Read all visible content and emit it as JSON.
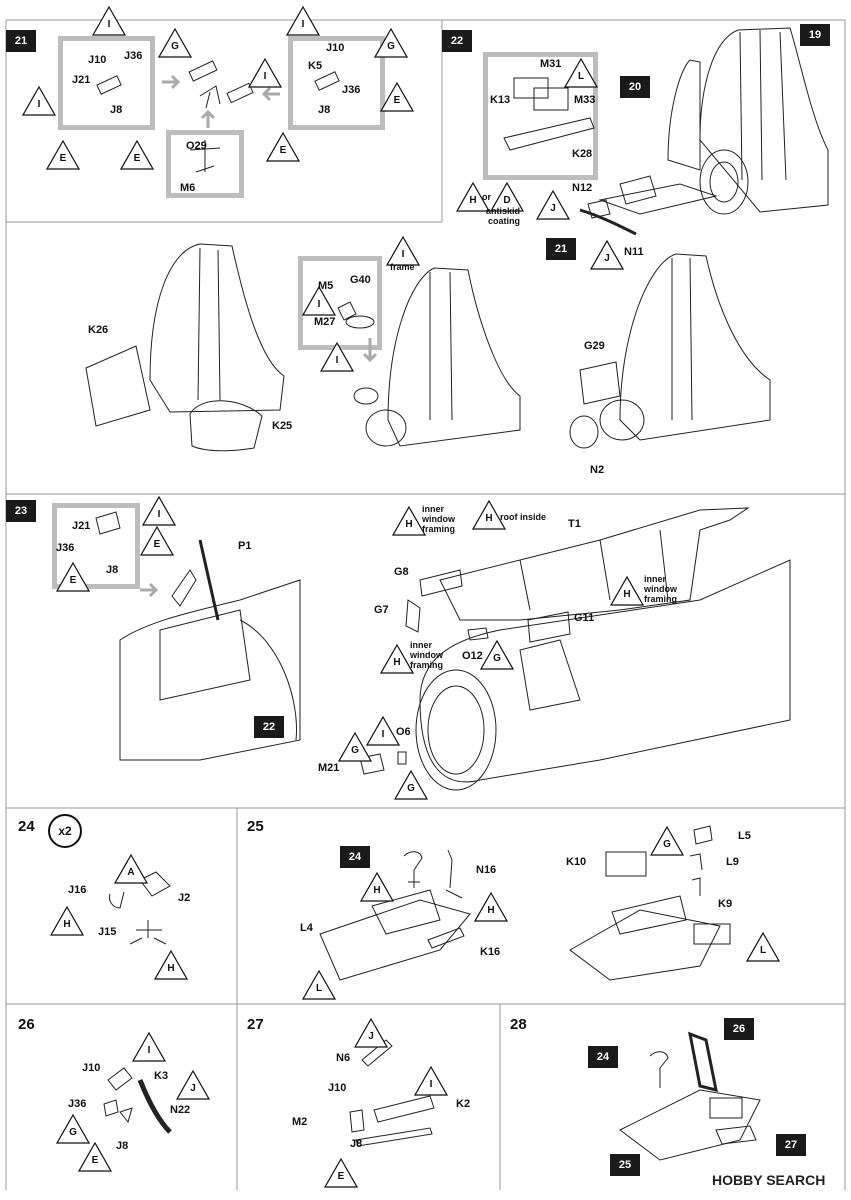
{
  "steps": {
    "s21": "21",
    "s22": "22",
    "s23": "23",
    "s24": "24",
    "s25": "25",
    "s26": "26",
    "s27": "27",
    "s28": "28"
  },
  "step24_qty": "x2",
  "refs": {
    "r19": "19",
    "r20": "20",
    "r21": "21",
    "r22": "22",
    "r24a": "24",
    "r26": "26",
    "r24b": "24",
    "r25": "25",
    "r27": "27"
  },
  "paint_codes": {
    "I": "I",
    "G": "G",
    "E": "E",
    "H": "H",
    "D": "D",
    "J": "J",
    "L": "L",
    "A": "A"
  },
  "labels21": {
    "j10a": "J10",
    "j36a": "J36",
    "j21a": "J21",
    "j8a": "J8",
    "j10b": "J10",
    "k5": "K5",
    "j36b": "J36",
    "j8b": "J8",
    "o29": "O29",
    "m6": "M6"
  },
  "labels22": {
    "m31": "M31",
    "k13": "K13",
    "m33": "M33",
    "k28": "K28",
    "or": "or",
    "antiskid": "antiskid",
    "coating": "coating",
    "n12": "N12",
    "n11": "N11",
    "k26": "K26",
    "k25": "K25",
    "frame": "frame",
    "m5": "M5",
    "g40": "G40",
    "m27": "M27",
    "g29": "G29",
    "n2": "N2"
  },
  "labels23": {
    "j21": "J21",
    "j36": "J36",
    "j8": "J8",
    "p1": "P1",
    "inner": "inner",
    "window": "window",
    "framing": "framing",
    "roof_inside": "roof inside",
    "t1": "T1",
    "g8": "G8",
    "g7": "G7",
    "g11": "G11",
    "o12": "O12",
    "o6": "O6",
    "m21": "M21"
  },
  "labels24": {
    "j16": "J16",
    "j2": "J2",
    "j15": "J15"
  },
  "labels25": {
    "n16": "N16",
    "l4": "L4",
    "k16": "K16",
    "l5": "L5",
    "k10": "K10",
    "l9": "L9",
    "k9": "K9"
  },
  "labels26": {
    "j10": "J10",
    "k3": "K3",
    "j36": "J36",
    "n22": "N22",
    "j8": "J8"
  },
  "labels27": {
    "n6": "N6",
    "j10": "J10",
    "k2": "K2",
    "m2": "M2",
    "j8": "J8"
  },
  "watermark": "HOBBY SEARCH"
}
